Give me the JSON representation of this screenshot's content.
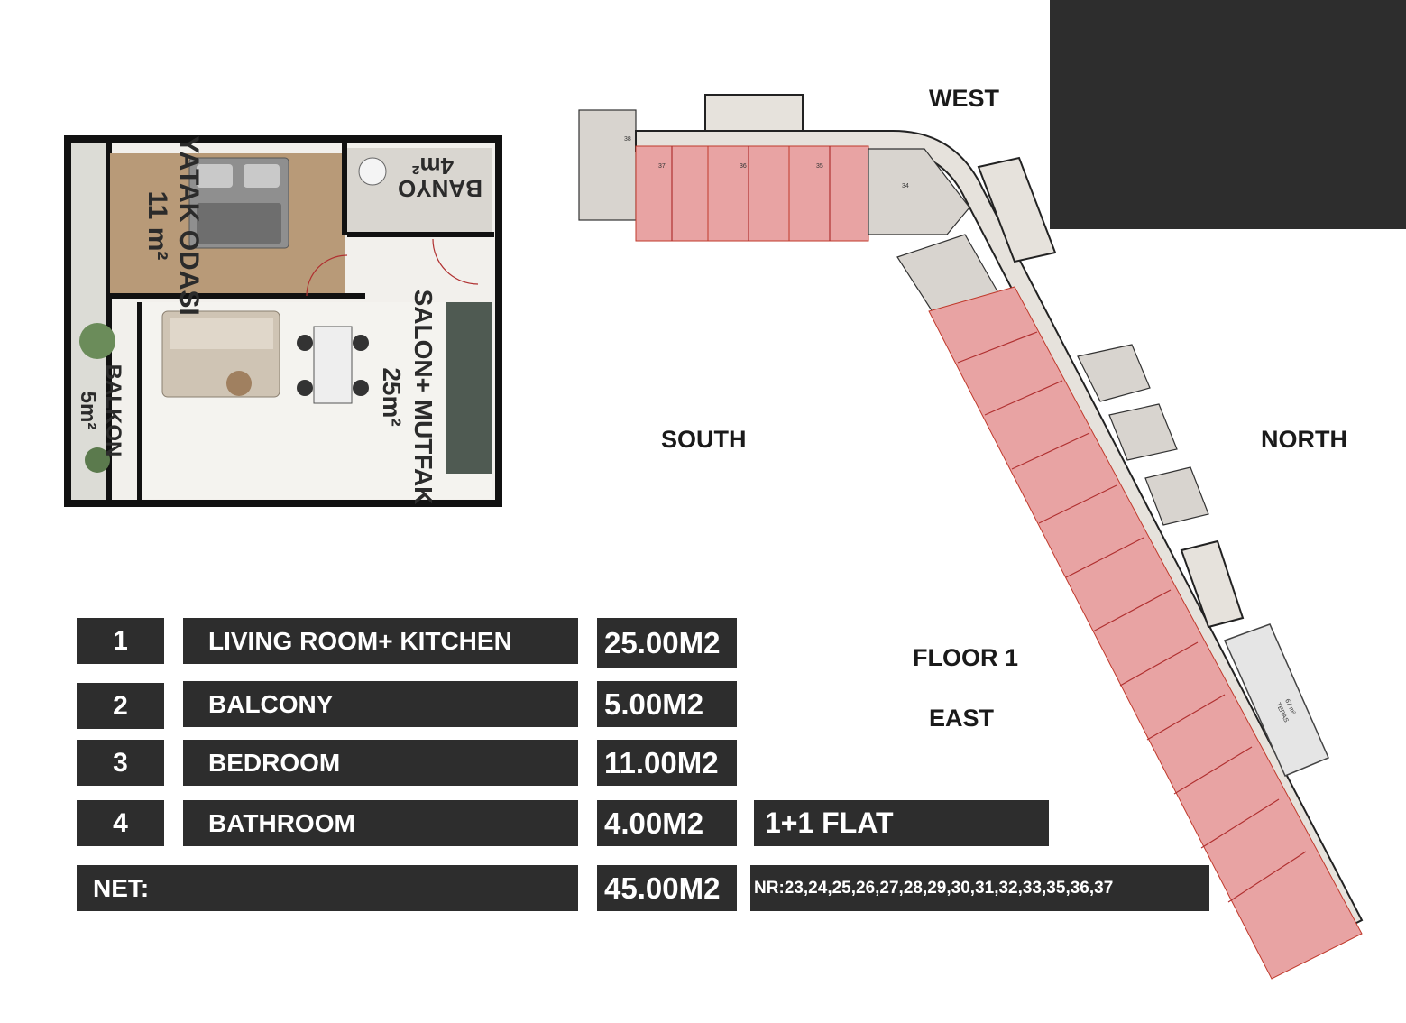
{
  "directions": {
    "west": "WEST",
    "south": "SOUTH",
    "north": "NORTH",
    "floor": "FLOOR 1",
    "east": "EAST"
  },
  "unit_plan": {
    "bedroom_label": "YATAK ODASI",
    "bedroom_area": "11 m²",
    "bathroom_label": "BANYO",
    "bathroom_area": "4m²",
    "living_label": "SALON+ MUTFAK",
    "living_area": "25m²",
    "balcony_label": "BALKON",
    "balcony_area": "5m²"
  },
  "rooms_table": [
    {
      "no": "1",
      "name": "LIVING ROOM+ KITCHEN",
      "area": "25.00M2"
    },
    {
      "no": "2",
      "name": "BALCONY",
      "area": "5.00M2"
    },
    {
      "no": "3",
      "name": "BEDROOM",
      "area": "11.00M2"
    },
    {
      "no": "4",
      "name": "BATHROOM",
      "area": "4.00M2"
    }
  ],
  "net": {
    "label": "NET:",
    "area": "45.00M2"
  },
  "flat_type": "1+1 FLAT",
  "unit_numbers": "NR:23,24,25,26,27,28,29,30,31,32,33,35,36,37",
  "floor_plan": {
    "unit_numbers_top": [
      "38",
      "37",
      "36",
      "35",
      "34"
    ],
    "terrace_label": "TERAS",
    "terrace_area": "67 m²",
    "highlight_color": "#e8a3a3"
  },
  "colors": {
    "dark": "#2d2d2d",
    "highlight": "#e8a3a3"
  }
}
